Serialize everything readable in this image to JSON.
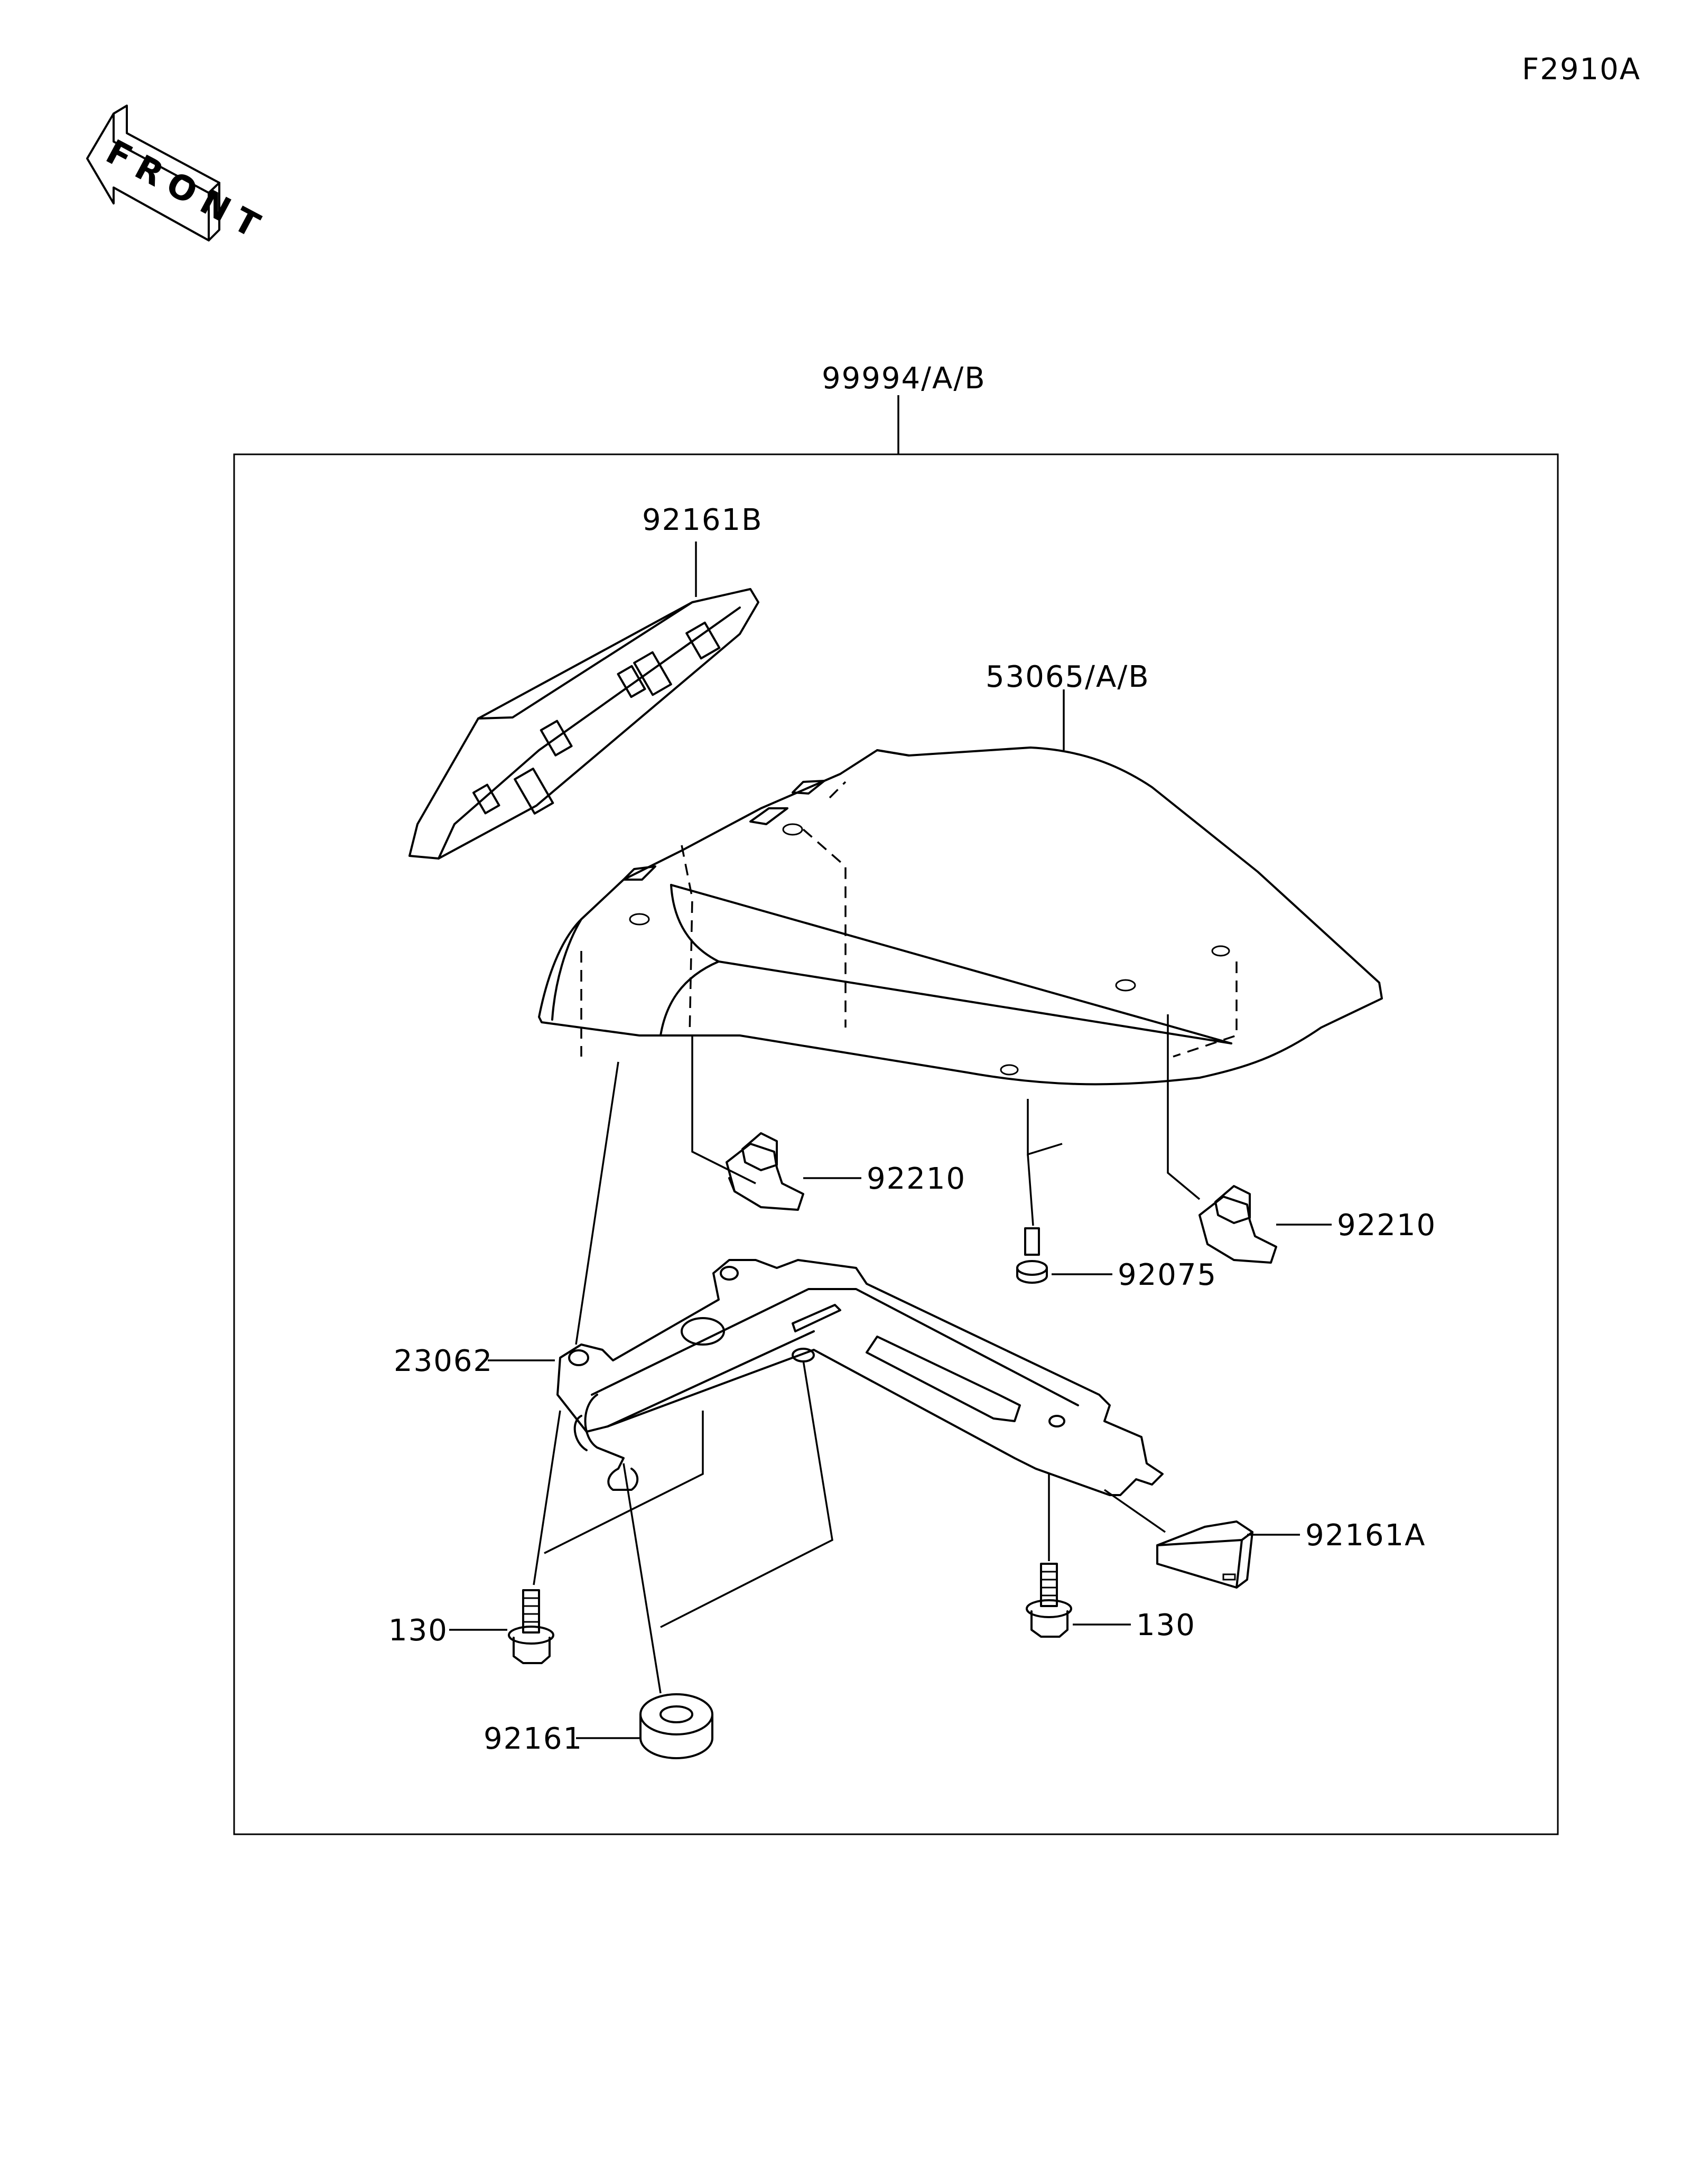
{
  "figure_code": "F2910A",
  "front_arrow": {
    "label": "FRONT",
    "icon": "front-direction-arrow-icon"
  },
  "assembly": {
    "label": "99994/A/B"
  },
  "callouts": {
    "seat_cover": "53065/A/B",
    "pad_upper": "92161B",
    "clip_left": "92210",
    "clip_right": "92210",
    "screw_small": "92075",
    "bracket": "23062",
    "pad_rear": "92161A",
    "bolt_left": "130",
    "bolt_right": "130",
    "damper": "92161"
  }
}
